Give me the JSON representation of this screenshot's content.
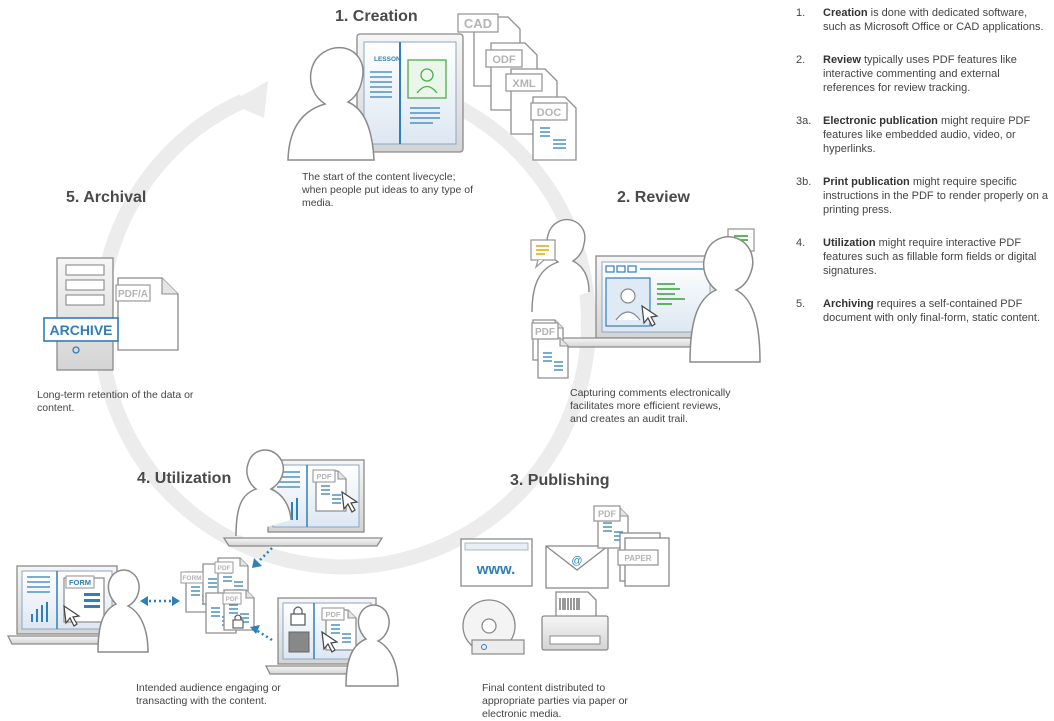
{
  "stages": {
    "creation": {
      "title": "1. Creation",
      "caption": "The start of the content livecycle; when people put ideas to any type of media.",
      "doc_labels": [
        "CAD",
        "ODF",
        "XML",
        "DOC"
      ],
      "screen_label": "LESSON"
    },
    "review": {
      "title": "2. Review",
      "caption": "Capturing comments electronically facilitates more efficient reviews, and creates an audit trail.",
      "doc_label": "PDF"
    },
    "publishing": {
      "title": "3. Publishing",
      "caption": "Final content distributed to appropriate parties via paper or electronic media.",
      "web_label": "www.",
      "doc_labels": [
        "PDF",
        "PAPER"
      ]
    },
    "utilization": {
      "title": "4. Utilization",
      "caption": "Intended audience engaging or transacting with the content.",
      "doc_labels": [
        "PDF",
        "FORM",
        "PDF",
        "PDF"
      ]
    },
    "archival": {
      "title": "5. Archival",
      "caption": "Long-term retention of the data or content.",
      "archive_label": "ARCHIVE",
      "doc_label": "PDF/A"
    }
  },
  "notes": [
    {
      "num": "1.",
      "term": "Creation",
      "text": " is done with dedicated software, such as Microsoft Office or CAD applications."
    },
    {
      "num": "2.",
      "term": "Review",
      "text": " typically uses PDF features like interactive commenting and external references for review tracking."
    },
    {
      "num": "3a.",
      "term": "Electronic publication",
      "text": " might require PDF features like embedded audio, video, or hyperlinks."
    },
    {
      "num": "3b.",
      "term": "Print publication",
      "text": " might require specific instructions in the PDF to render properly on a printing press."
    },
    {
      "num": "4.",
      "term": "Utilization",
      "text": " might require interactive PDF features such as fillable form fields or digital signatures."
    },
    {
      "num": "5.",
      "term": "Archiving",
      "text": " requires a self-contained PDF document with only final-form, static content."
    }
  ],
  "colors": {
    "accent_blue": "#2f7fb8",
    "green": "#4cae4c",
    "yellow": "#e8b820",
    "cycle_arrow": "#ececec"
  }
}
